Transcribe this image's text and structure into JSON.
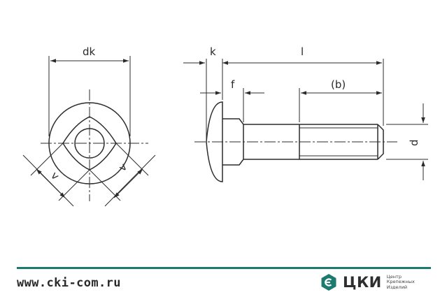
{
  "labels": {
    "dk": "dk",
    "k": "k",
    "l": "l",
    "f": "f",
    "b": "(b)",
    "d": "d",
    "v_left": "v",
    "v_right": "v"
  },
  "footer": {
    "url": "www.cki-com.ru",
    "logo_text": "ЦКИ",
    "logo_sub": [
      "Центр",
      "Крепежных",
      "Изделий"
    ]
  },
  "colors": {
    "line": "#2b2b2b",
    "accent": "#1c7a6f"
  }
}
